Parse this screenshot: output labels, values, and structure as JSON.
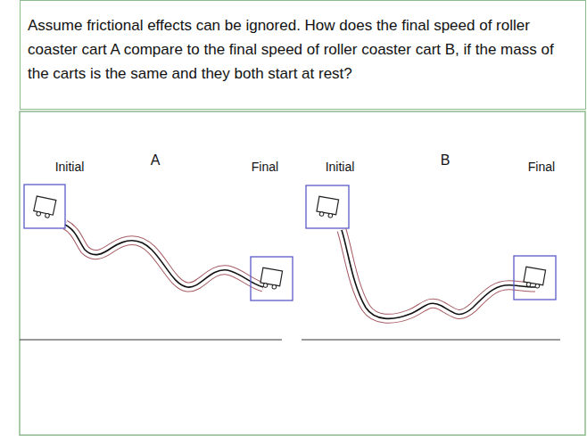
{
  "diagram": {
    "nodes": [
      {
        "text": [
          "Assume frictional effects can be ignored. How does the final speed of roller coaster cart A compare to the final speed of roller coaster cart B, if the mass of the carts is the same and they both start at rest?"
        ]
      }
    ],
    "labels": [
      "Initial",
      "A",
      "Final",
      "Initial",
      "B",
      "Final"
    ]
  }
}
